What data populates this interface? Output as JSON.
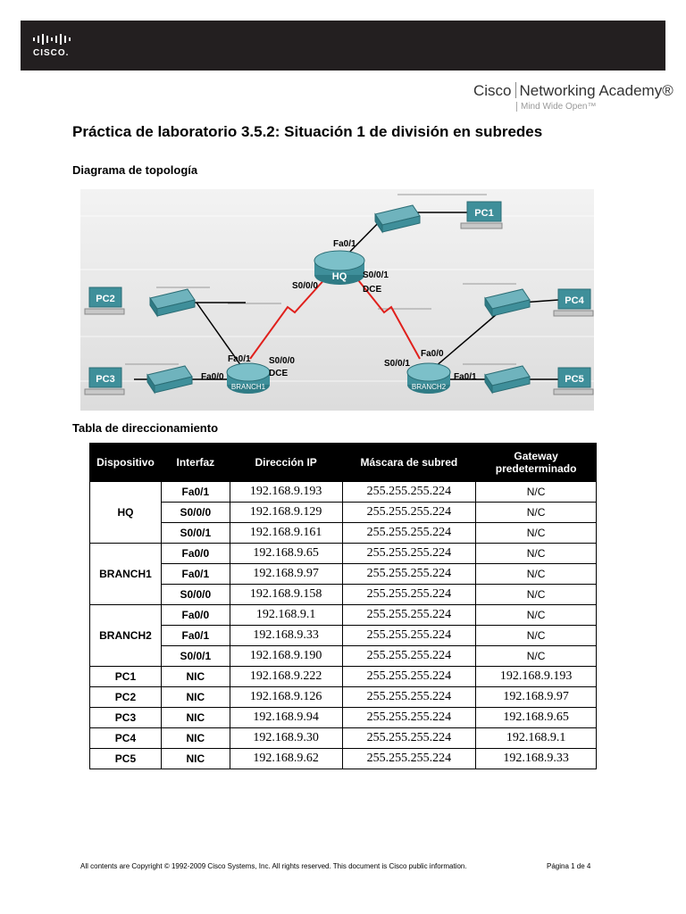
{
  "header": {
    "logo_text": "CISCO.",
    "academy_brand": "Cisco",
    "academy_name": "Networking Academy®",
    "academy_tagline": "Mind Wide Open™"
  },
  "document": {
    "title": "Práctica de laboratorio 3.5.2: Situación 1 de división en subredes",
    "topology_heading": "Diagrama de topología",
    "table_heading": "Tabla de direccionamiento"
  },
  "topology": {
    "devices": {
      "hq": "HQ",
      "branch1": "BRANCH1",
      "branch2": "BRANCH2",
      "pc1": "PC1",
      "pc2": "PC2",
      "pc3": "PC3",
      "pc4": "PC4",
      "pc5": "PC5"
    },
    "labels": {
      "hq_fa01": "Fa0/1",
      "hq_s000": "S0/0/0",
      "hq_s001": "S0/0/1",
      "hq_dce": "DCE",
      "b1_fa01": "Fa0/1",
      "b1_fa00": "Fa0/0",
      "b1_s000": "S0/0/0",
      "b1_dce": "DCE",
      "b2_fa00": "Fa0/0",
      "b2_fa01": "Fa0/1",
      "b2_s001": "S0/0/1"
    },
    "colors": {
      "serial_link": "#e0201c",
      "device": "#3f8f9a",
      "background": "#e8e8e8"
    }
  },
  "addressing_table": {
    "headers": {
      "device": "Dispositivo",
      "interface": "Interfaz",
      "ip": "Dirección IP",
      "mask": "Máscara de subred",
      "gateway": "Gateway predeterminado"
    },
    "groups": [
      {
        "device": "HQ",
        "rows": [
          {
            "iface": "Fa0/1",
            "ip": "192.168.9.193",
            "mask": "255.255.255.224",
            "gateway": "N/C"
          },
          {
            "iface": "S0/0/0",
            "ip": "192.168.9.129",
            "mask": "255.255.255.224",
            "gateway": "N/C"
          },
          {
            "iface": "S0/0/1",
            "ip": "192.168.9.161",
            "mask": "255.255.255.224",
            "gateway": "N/C"
          }
        ]
      },
      {
        "device": "BRANCH1",
        "rows": [
          {
            "iface": "Fa0/0",
            "ip": "192.168.9.65",
            "mask": "255.255.255.224",
            "gateway": "N/C"
          },
          {
            "iface": "Fa0/1",
            "ip": "192.168.9.97",
            "mask": "255.255.255.224",
            "gateway": "N/C"
          },
          {
            "iface": "S0/0/0",
            "ip": "192.168.9.158",
            "mask": "255.255.255.224",
            "gateway": "N/C"
          }
        ]
      },
      {
        "device": "BRANCH2",
        "rows": [
          {
            "iface": "Fa0/0",
            "ip": "192.168.9.1",
            "mask": "255.255.255.224",
            "gateway": "N/C"
          },
          {
            "iface": "Fa0/1",
            "ip": "192.168.9.33",
            "mask": "255.255.255.224",
            "gateway": "N/C"
          },
          {
            "iface": "S0/0/1",
            "ip": "192.168.9.190",
            "mask": "255.255.255.224",
            "gateway": "N/C"
          }
        ]
      },
      {
        "device": "PC1",
        "rows": [
          {
            "iface": "NIC",
            "ip": "192.168.9.222",
            "mask": "255.255.255.224",
            "gateway": "192.168.9.193"
          }
        ]
      },
      {
        "device": "PC2",
        "rows": [
          {
            "iface": "NIC",
            "ip": "192.168.9.126",
            "mask": "255.255.255.224",
            "gateway": "192.168.9.97"
          }
        ]
      },
      {
        "device": "PC3",
        "rows": [
          {
            "iface": "NIC",
            "ip": "192.168.9.94",
            "mask": "255.255.255.224",
            "gateway": "192.168.9.65"
          }
        ]
      },
      {
        "device": "PC4",
        "rows": [
          {
            "iface": "NIC",
            "ip": "192.168.9.30",
            "mask": "255.255.255.224",
            "gateway": "192.168.9.1"
          }
        ]
      },
      {
        "device": "PC5",
        "rows": [
          {
            "iface": "NIC",
            "ip": "192.168.9.62",
            "mask": "255.255.255.224",
            "gateway": "192.168.9.33"
          }
        ]
      }
    ]
  },
  "footer": {
    "copyright": "All contents are Copyright © 1992-2009 Cisco Systems, Inc. All rights reserved. This document is Cisco public information.",
    "page": "Página 1 de 4"
  }
}
